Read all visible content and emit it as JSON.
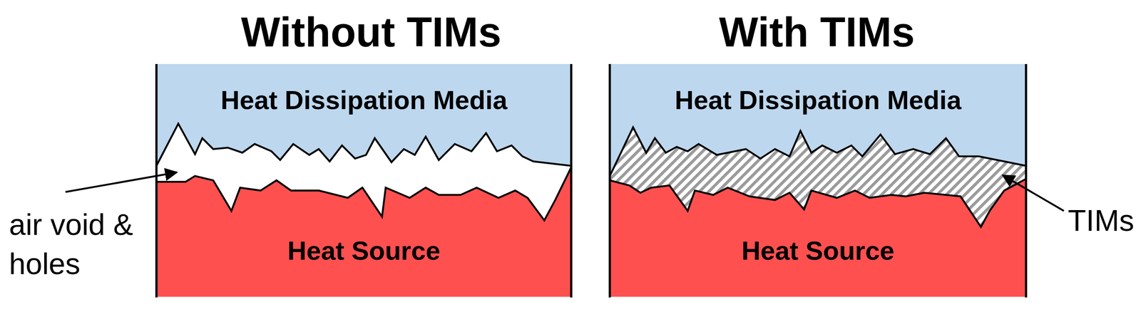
{
  "diagram": {
    "nodes": [
      {
        "text": [
          "Heat Dissipation Media"
        ]
      },
      {
        "text": [
          "Heat Source"
        ]
      },
      {
        "text": [
          "Heat Dissipation Media"
        ]
      },
      {
        "text": [
          "Heat Source"
        ]
      }
    ],
    "labels": [
      "Without TIMs",
      "With TIMs",
      "air void & holes",
      "TIMs"
    ]
  }
}
